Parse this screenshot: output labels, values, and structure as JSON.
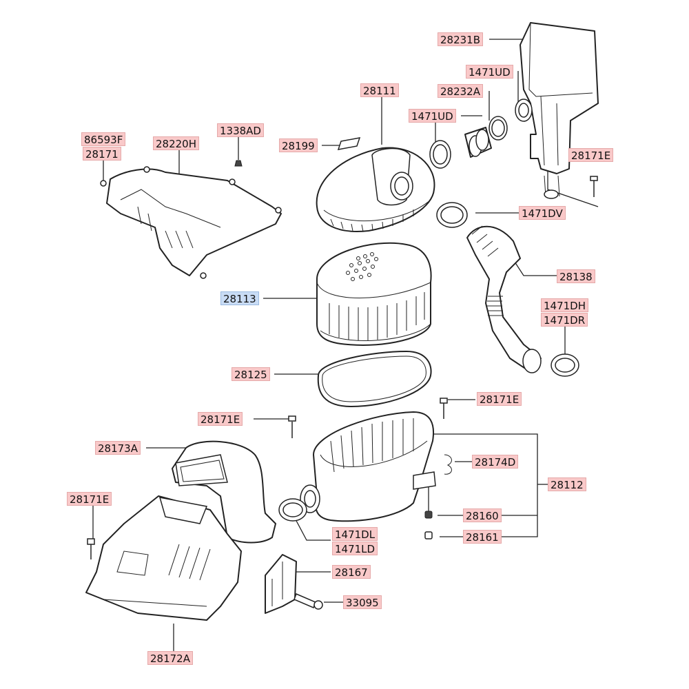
{
  "diagram": {
    "callouts": [
      {
        "id": "c-28231B",
        "text": "28231B",
        "highlight": false
      },
      {
        "id": "c-1471UD-a",
        "text": "1471UD",
        "highlight": false
      },
      {
        "id": "c-28111",
        "text": "28111",
        "highlight": false
      },
      {
        "id": "c-28232A",
        "text": "28232A",
        "highlight": false
      },
      {
        "id": "c-1471UD-b",
        "text": "1471UD",
        "highlight": false
      },
      {
        "id": "c-86593F",
        "text": "86593F",
        "highlight": false
      },
      {
        "id": "c-28171-a",
        "text": "28171",
        "highlight": false
      },
      {
        "id": "c-28220H",
        "text": "28220H",
        "highlight": false
      },
      {
        "id": "c-1338AD",
        "text": "1338AD",
        "highlight": false
      },
      {
        "id": "c-28199",
        "text": "28199",
        "highlight": false
      },
      {
        "id": "c-28171E-a",
        "text": "28171E",
        "highlight": false
      },
      {
        "id": "c-1471DV",
        "text": "1471DV",
        "highlight": false
      },
      {
        "id": "c-28138",
        "text": "28138",
        "highlight": false
      },
      {
        "id": "c-28113",
        "text": "28113",
        "highlight": true
      },
      {
        "id": "c-1471DH",
        "text": "1471DH",
        "highlight": false
      },
      {
        "id": "c-1471DR",
        "text": "1471DR",
        "highlight": false
      },
      {
        "id": "c-28125",
        "text": "28125",
        "highlight": false
      },
      {
        "id": "c-28171E-b",
        "text": "28171E",
        "highlight": false
      },
      {
        "id": "c-28171E-c",
        "text": "28171E",
        "highlight": false
      },
      {
        "id": "c-28173A",
        "text": "28173A",
        "highlight": false
      },
      {
        "id": "c-28174D",
        "text": "28174D",
        "highlight": false
      },
      {
        "id": "c-28112",
        "text": "28112",
        "highlight": false
      },
      {
        "id": "c-28171E-d",
        "text": "28171E",
        "highlight": false
      },
      {
        "id": "c-28160",
        "text": "28160",
        "highlight": false
      },
      {
        "id": "c-28161",
        "text": "28161",
        "highlight": false
      },
      {
        "id": "c-1471DL",
        "text": "1471DL",
        "highlight": false
      },
      {
        "id": "c-1471LD",
        "text": "1471LD",
        "highlight": false
      },
      {
        "id": "c-28167",
        "text": "28167",
        "highlight": false
      },
      {
        "id": "c-33095",
        "text": "33095",
        "highlight": false
      },
      {
        "id": "c-28172A",
        "text": "28172A",
        "highlight": false
      }
    ],
    "colors": {
      "label_fill": "#f9c9c9",
      "label_highlight_fill": "#c9dcf5",
      "line": "#222222"
    }
  }
}
